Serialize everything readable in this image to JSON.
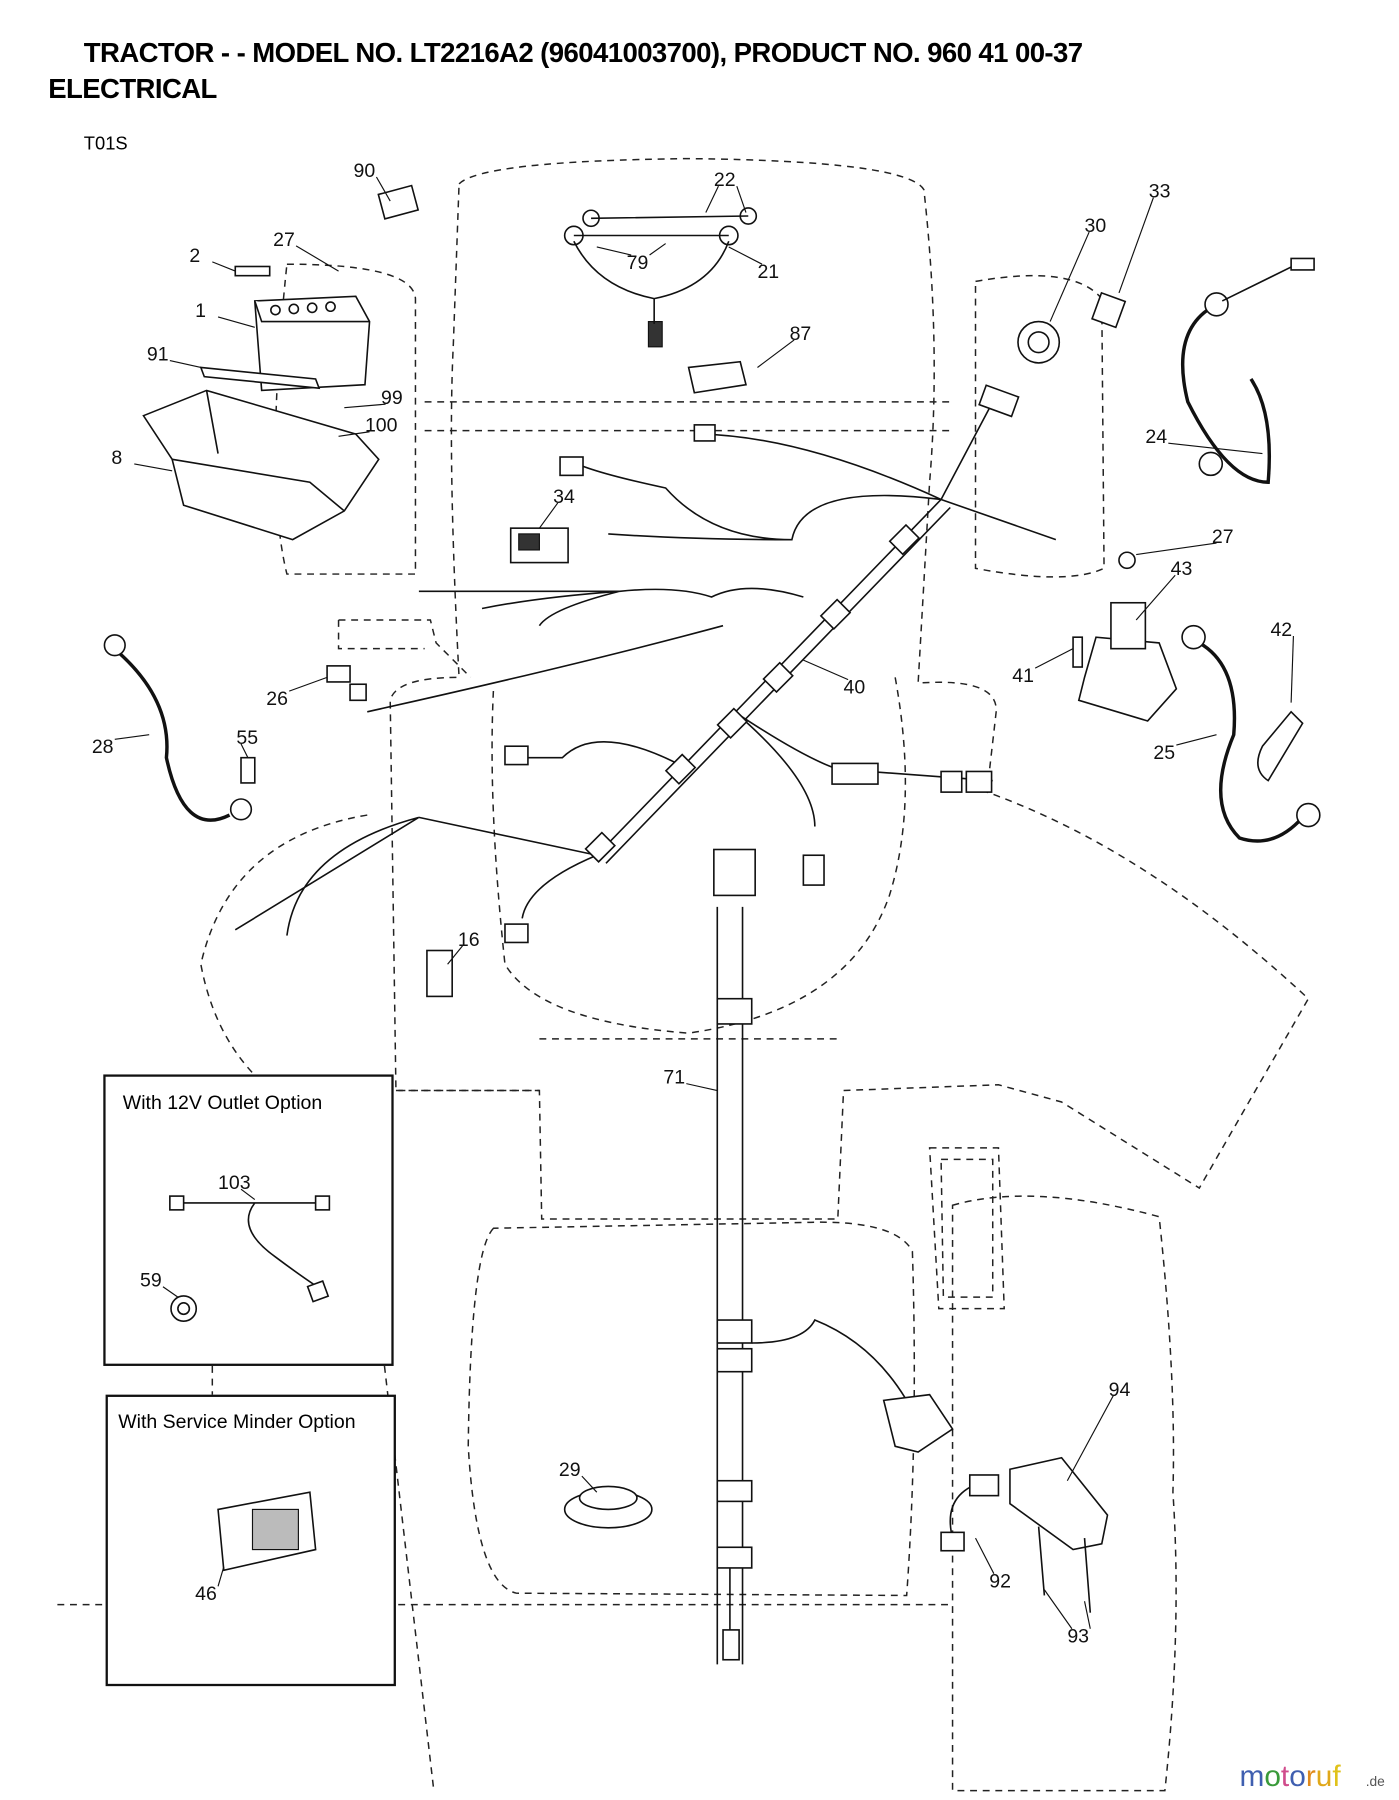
{
  "header": {
    "title": "TRACTOR - - MODEL NO. LT2216A2 (96041003700), PRODUCT NO. 960 41 00-37",
    "section": "ELECTRICAL",
    "diagram_code": "T01S"
  },
  "callouts": [
    "90",
    "2",
    "27",
    "1",
    "91",
    "99",
    "100",
    "8",
    "22",
    "79",
    "21",
    "87",
    "30",
    "33",
    "24",
    "34",
    "27",
    "43",
    "41",
    "42",
    "40",
    "26",
    "28",
    "55",
    "25",
    "16",
    "71",
    "103",
    "59",
    "94",
    "29",
    "92",
    "93",
    "46"
  ],
  "insets": {
    "outlet_option": "With 12V Outlet Option",
    "service_minder_option": "With Service Minder Option"
  },
  "watermark": {
    "brand": "motoruf",
    "tld": ".de"
  }
}
